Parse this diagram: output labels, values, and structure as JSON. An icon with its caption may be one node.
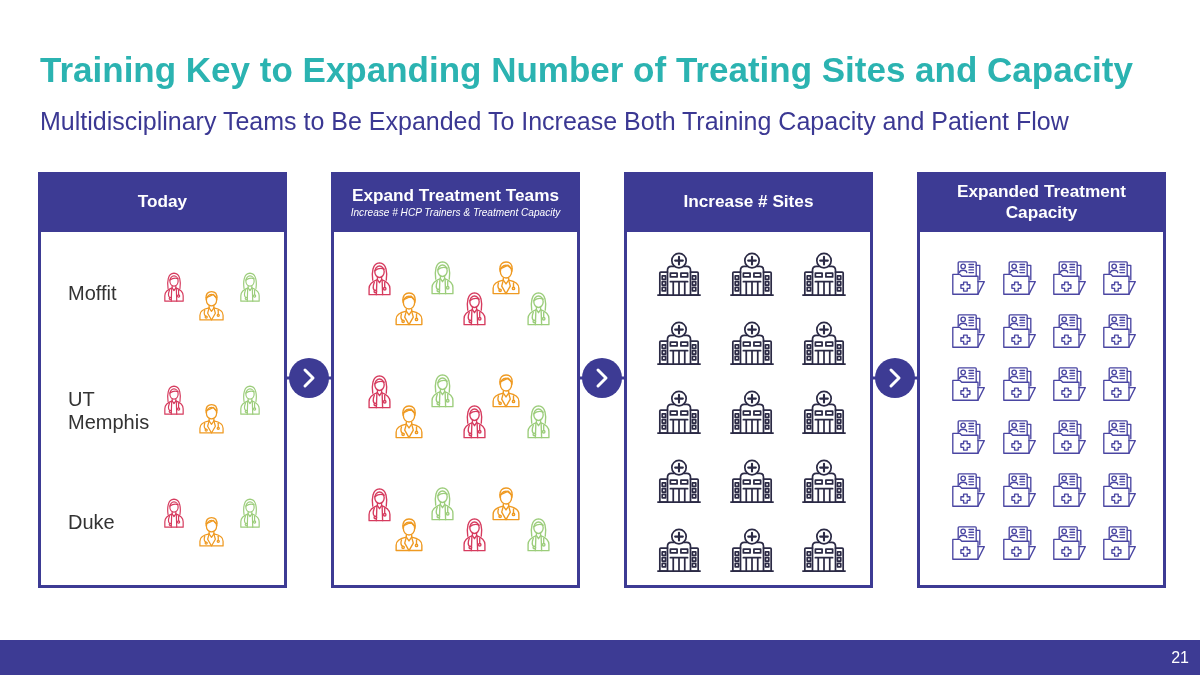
{
  "diagram": {
    "title": "Training Key to Expanding Number of Treating Sites and Capacity",
    "nodes": [
      {
        "text": [
          "Today",
          "Moffit",
          "UT Memphis",
          "Duke"
        ]
      },
      {
        "text": [
          "Expand Treatment Teams",
          "Increase # HCP Trainers & Treatment Capacity"
        ]
      },
      {
        "text": [
          "Increase # Sites"
        ]
      },
      {
        "text": [
          "Expanded Treatment Capacity"
        ]
      }
    ],
    "edges": [
      {
        "from": 0,
        "to": 1,
        "arrow": "to"
      },
      {
        "from": 1,
        "to": 2,
        "arrow": "to"
      },
      {
        "from": 2,
        "to": 3,
        "arrow": "to"
      }
    ],
    "labels": [
      "Multidisciplinary Teams to Be Expanded To Increase Both Training Capacity and Patient Flow",
      "21"
    ]
  }
}
